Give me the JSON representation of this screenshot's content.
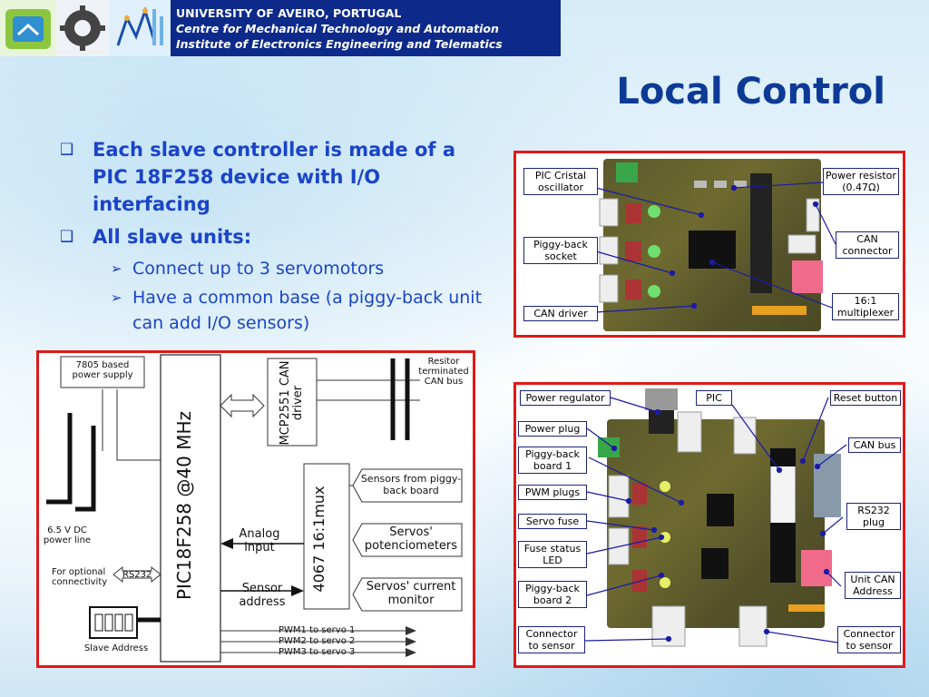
{
  "header": {
    "line1": "UNIVERSITY OF AVEIRO, PORTUGAL",
    "line2": "Centre for Mechanical Technology and Automation",
    "line3": "Institute of Electronics Engineering and Telematics"
  },
  "title": "Local Control",
  "bullets": [
    {
      "text": "Each slave controller is made of a PIC 18F258 device with I/O interfacing",
      "level": 1
    },
    {
      "text": "All slave units:",
      "level": 1
    },
    {
      "text": "Connect up to 3 servomotors",
      "level": 2
    },
    {
      "text": "Have a common base (a piggy-back unit can add I/O sensors)",
      "level": 2
    }
  ],
  "top_photo": {
    "callouts": {
      "pic_cristal": "PIC Cristal oscillator",
      "piggyback_socket": "Piggy-back socket",
      "can_driver": "CAN driver",
      "power_resistor": "Power resistor (0.47Ω)",
      "can_connector": "CAN connector",
      "multiplexer": "16:1 multiplexer"
    }
  },
  "block_diagram": {
    "power_supply": "7805 based power supply",
    "power_line": "6.5 V DC power line",
    "optional": "For optional connectivity",
    "rs232": "RS232",
    "slave_address": "Slave Address",
    "pic": "PIC18F258 @40 MHz",
    "can_driver": "MCP2551 CAN driver",
    "resistor": "Resitor terminated CAN bus",
    "mux": "4067 16:1mux",
    "analog": "Analog input",
    "sensor_addr": "Sensor address",
    "piggy_sensors": "Sensors from piggy-back board",
    "servo_pot": "Servos' potenciometers",
    "servo_cur": "Servos' current monitor",
    "pwm1": "PWM1 to servo 1",
    "pwm2": "PWM2 to servo 2",
    "pwm3": "PWM3 to servo 3"
  },
  "bottom_photo": {
    "callouts": {
      "power_regulator": "Power regulator",
      "pic": "PIC",
      "reset_button": "Reset button",
      "power_plug": "Power plug",
      "piggyback_board1": "Piggy-back board 1",
      "can_bus": "CAN bus",
      "pwm_plugs": "PWM plugs",
      "servo_fuse": "Servo fuse",
      "fuse_led": "Fuse status LED",
      "rs232_plug": "RS232 plug",
      "unit_can_address": "Unit CAN Address",
      "piggyback_board2": "Piggy-back board 2",
      "connector_sensor_left": "Connector to sensor",
      "connector_sensor_right": "Connector to sensor"
    }
  },
  "colors": {
    "header_band": "#0d2a8a",
    "title": "#0d3a96",
    "bullets": "#1a44c8",
    "frame": "#e01818"
  }
}
